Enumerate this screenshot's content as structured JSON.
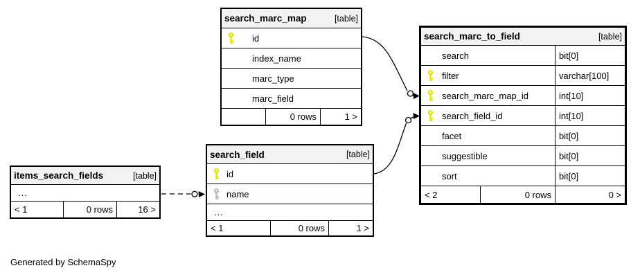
{
  "page": {
    "note": "Generated by SchemaSpy"
  },
  "colors": {
    "background": "#ffffff",
    "border": "#000000",
    "header_bg": "#f2f2f2",
    "primary_key_icon": "#e3e300",
    "index_key_icon": "#b8b8b8"
  },
  "tables": {
    "items_search_fields": {
      "title": "items_search_fields",
      "tag": "[table]",
      "rows": [
        {
          "name": "..."
        }
      ],
      "footer": {
        "left": "< 1",
        "center": "0 rows",
        "right": "16 >"
      }
    },
    "search_marc_map": {
      "title": "search_marc_map",
      "tag": "[table]",
      "rows": [
        {
          "name": "id",
          "key": "primary"
        },
        {
          "name": "index_name"
        },
        {
          "name": "marc_type"
        },
        {
          "name": "marc_field"
        }
      ],
      "footer": {
        "left": "",
        "center": "0 rows",
        "right": "1 >"
      }
    },
    "search_field": {
      "title": "search_field",
      "tag": "[table]",
      "rows": [
        {
          "name": "id",
          "key": "primary"
        },
        {
          "name": "name",
          "key": "index"
        },
        {
          "name": "..."
        }
      ],
      "footer": {
        "left": "< 1",
        "center": "0 rows",
        "right": "1 >"
      }
    },
    "search_marc_to_field": {
      "title": "search_marc_to_field",
      "tag": "[table]",
      "rows": [
        {
          "name": "search",
          "type": "bit[0]"
        },
        {
          "name": "filter",
          "type": "varchar[100]",
          "key": "primary"
        },
        {
          "name": "search_marc_map_id",
          "type": "int[10]",
          "key": "primary"
        },
        {
          "name": "search_field_id",
          "type": "int[10]",
          "key": "primary"
        },
        {
          "name": "facet",
          "type": "bit[0]"
        },
        {
          "name": "suggestible",
          "type": "bit[0]"
        },
        {
          "name": "sort",
          "type": "bit[0]"
        }
      ],
      "footer": {
        "left": "< 2",
        "center": "0 rows",
        "right": "0 >"
      }
    }
  },
  "relationships": [
    {
      "from": "search_marc_map.id",
      "to": "search_marc_to_field.search_marc_map_id",
      "style": "solid"
    },
    {
      "from": "search_field.id",
      "to": "search_marc_to_field.search_field_id",
      "style": "solid"
    },
    {
      "from": "items_search_fields",
      "to": "search_field.name",
      "style": "dashed-implied"
    }
  ]
}
